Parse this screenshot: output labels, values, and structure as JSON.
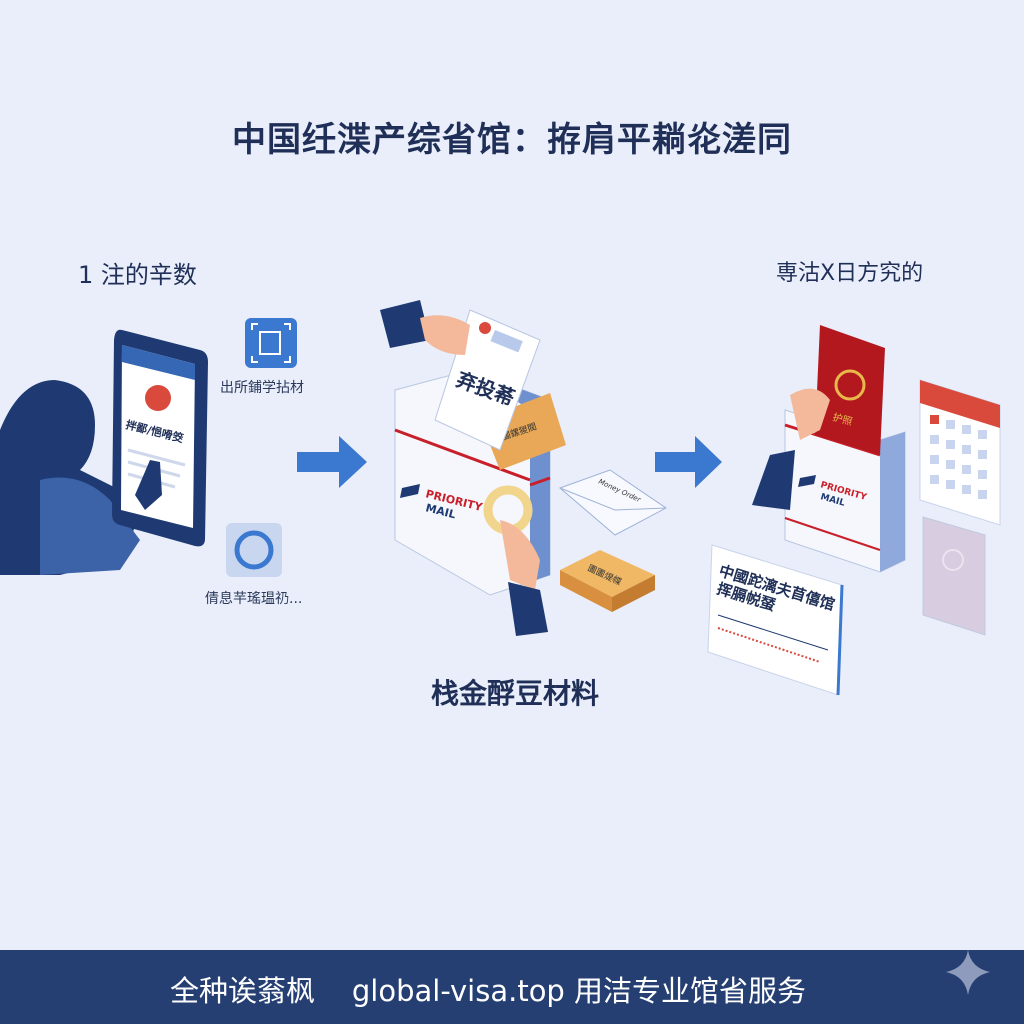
{
  "title": "中国纴渫产综省馆：拵肩平耥炛溠同",
  "steps": {
    "step1": {
      "label": "1 注的辛数",
      "icon_top_label": "出所鋪学拈材",
      "icon_bottom_label": "倩息芉瑤瑥礽...",
      "phone_heading": "拌鄙/悒嗗筊"
    },
    "step2": {
      "caption": "栈金酻豆材料",
      "document_label": "弃投莃",
      "envelope_label": "Money Order",
      "box_brand": "PRIORITY",
      "box_brand2": "MAIL",
      "package_label": "圕圕煶幉",
      "package_top_label": "圕鏍猣閥"
    },
    "step3": {
      "label": "専沽X日方究的",
      "card_line1": "中國跎漓夫苜僖馆",
      "card_line2": "挥膈帨蝅",
      "box_brand": "PRIORITY",
      "box_brand2": "MAIL",
      "passport_label": "护照"
    }
  },
  "footer": {
    "text": "全种诶蓊枫    global-visa.top 用洁专业馆省服务"
  },
  "colors": {
    "background": "#e9eefa",
    "navy": "#263f73",
    "accent_blue": "#3b78d0",
    "red": "#c8202a",
    "box_orange": "#e8a857"
  }
}
